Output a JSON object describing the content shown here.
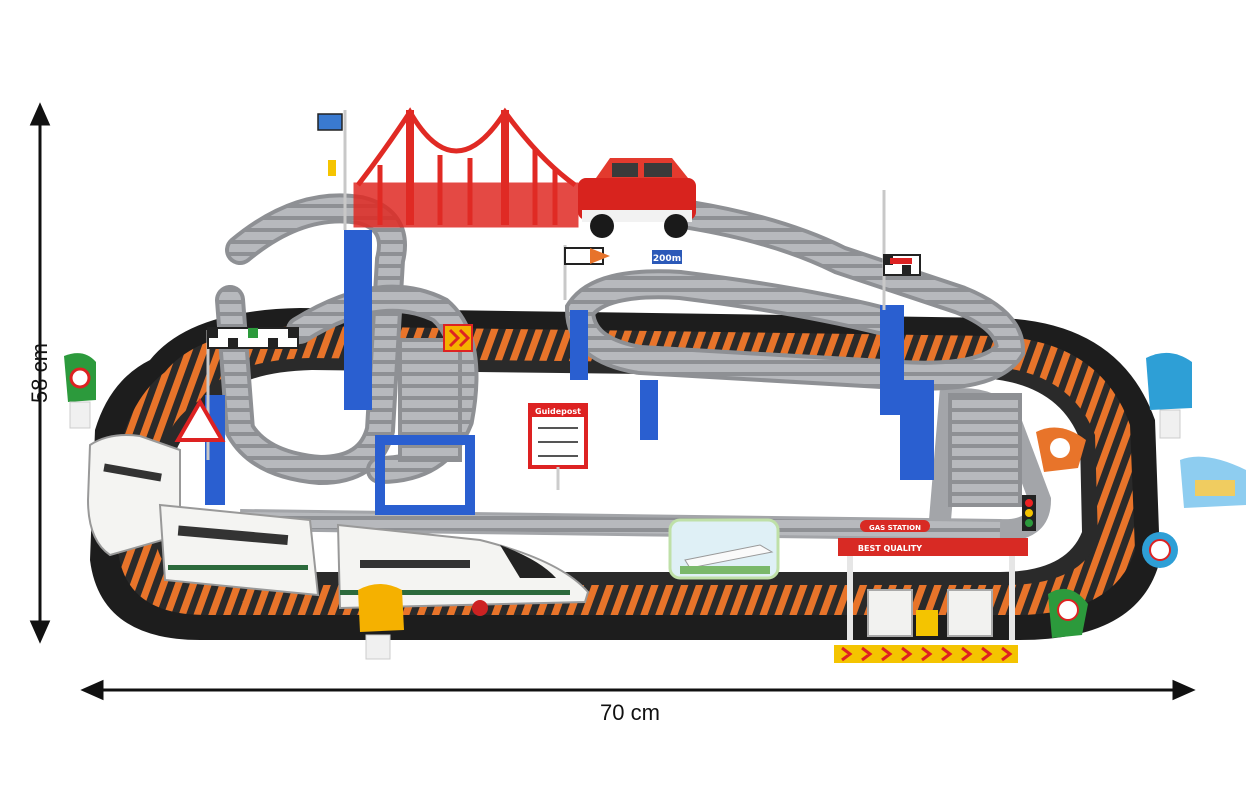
{
  "dimensions": {
    "width_label": "70 cm",
    "height_label": "58 cm"
  },
  "signs": {
    "guidepost": "Guidepost",
    "gas_station": "GAS STATION",
    "best_quality": "BEST QUALITY",
    "speed_sign": "200m"
  },
  "colors": {
    "track_orange": "#e8742a",
    "track_dark": "#2a2a2a",
    "elevated_gray": "#9a9ca0",
    "pillar_blue": "#2a5fd0",
    "bridge_red": "#e02a24",
    "train_white": "#f4f4f2"
  }
}
